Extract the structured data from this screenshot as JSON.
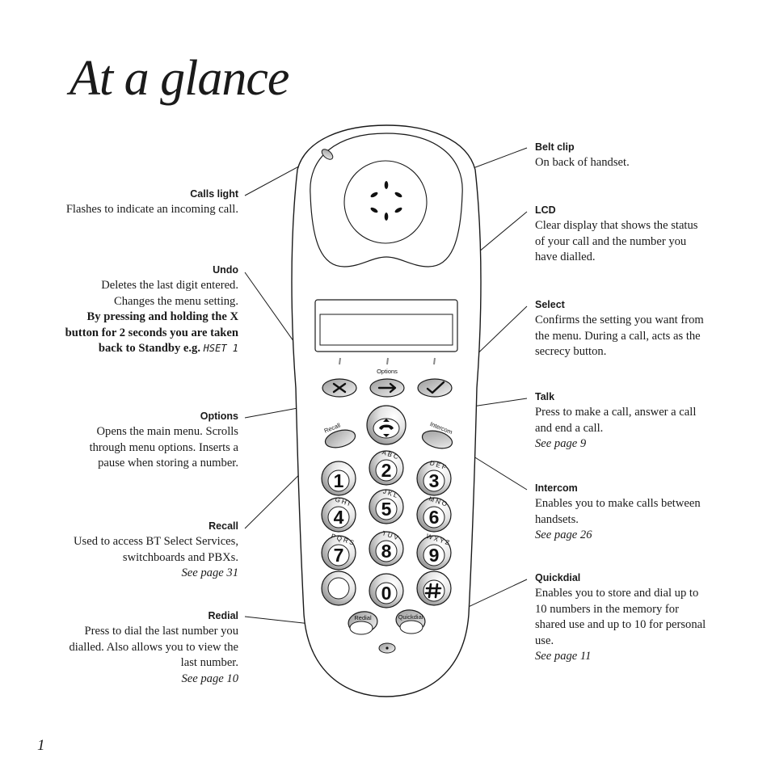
{
  "page": {
    "title": "At a glance",
    "page_number": "1"
  },
  "callouts": {
    "calls_light": {
      "heading": "Calls light",
      "text": "Flashes to indicate an incoming call."
    },
    "undo": {
      "heading": "Undo",
      "text": "Deletes the last digit entered. Changes the menu setting.",
      "bold_text": "By pressing and holding the X button for 2 seconds you are taken back to Standby e.g.",
      "lcd_example": "HSET 1"
    },
    "options": {
      "heading": "Options",
      "text": "Opens the main menu. Scrolls through menu options. Inserts a pause when storing a number."
    },
    "recall": {
      "heading": "Recall",
      "text": "Used to access BT Select Services, switchboards and PBXs.",
      "see": "See page 31"
    },
    "redial": {
      "heading": "Redial",
      "text": "Press to dial the last number you dialled. Also allows you to view the last number.",
      "see": "See page 10"
    },
    "belt_clip": {
      "heading": "Belt clip",
      "text": "On back of handset."
    },
    "lcd": {
      "heading": "LCD",
      "text": "Clear display that shows the status of your call and the number you have dialled."
    },
    "select": {
      "heading": "Select",
      "text": "Confirms the setting you want from the menu. During a call, acts as the secrecy button."
    },
    "talk": {
      "heading": "Talk",
      "text": "Press to make a call, answer a call and end a call.",
      "see": "See page 9"
    },
    "intercom": {
      "heading": "Intercom",
      "text": "Enables you to make calls between handsets.",
      "see": "See page 26"
    },
    "quickdial": {
      "heading": "Quickdial",
      "text": "Enables you to store and dial up to 10 numbers in the memory for shared use and up to 10 for personal use.",
      "see": "See page 11"
    }
  },
  "handset": {
    "options_label": "Options",
    "recall_label": "Recall",
    "intercom_label": "Intercom",
    "redial_label": "Redial",
    "quickdial_label": "Quickdial",
    "keys": [
      {
        "digit": "1",
        "letters": ""
      },
      {
        "digit": "2",
        "letters": "A B C"
      },
      {
        "digit": "3",
        "letters": "D E F"
      },
      {
        "digit": "4",
        "letters": "G H I"
      },
      {
        "digit": "5",
        "letters": "J K L"
      },
      {
        "digit": "6",
        "letters": "M N O"
      },
      {
        "digit": "7",
        "letters": "P Q R S"
      },
      {
        "digit": "8",
        "letters": "T U V"
      },
      {
        "digit": "9",
        "letters": "W X Y Z"
      },
      {
        "digit": "0",
        "letters": ""
      }
    ],
    "colors": {
      "outline": "#1a1a1a",
      "key_dark": "#9a9a9a",
      "key_light": "#f4f4f4"
    }
  }
}
